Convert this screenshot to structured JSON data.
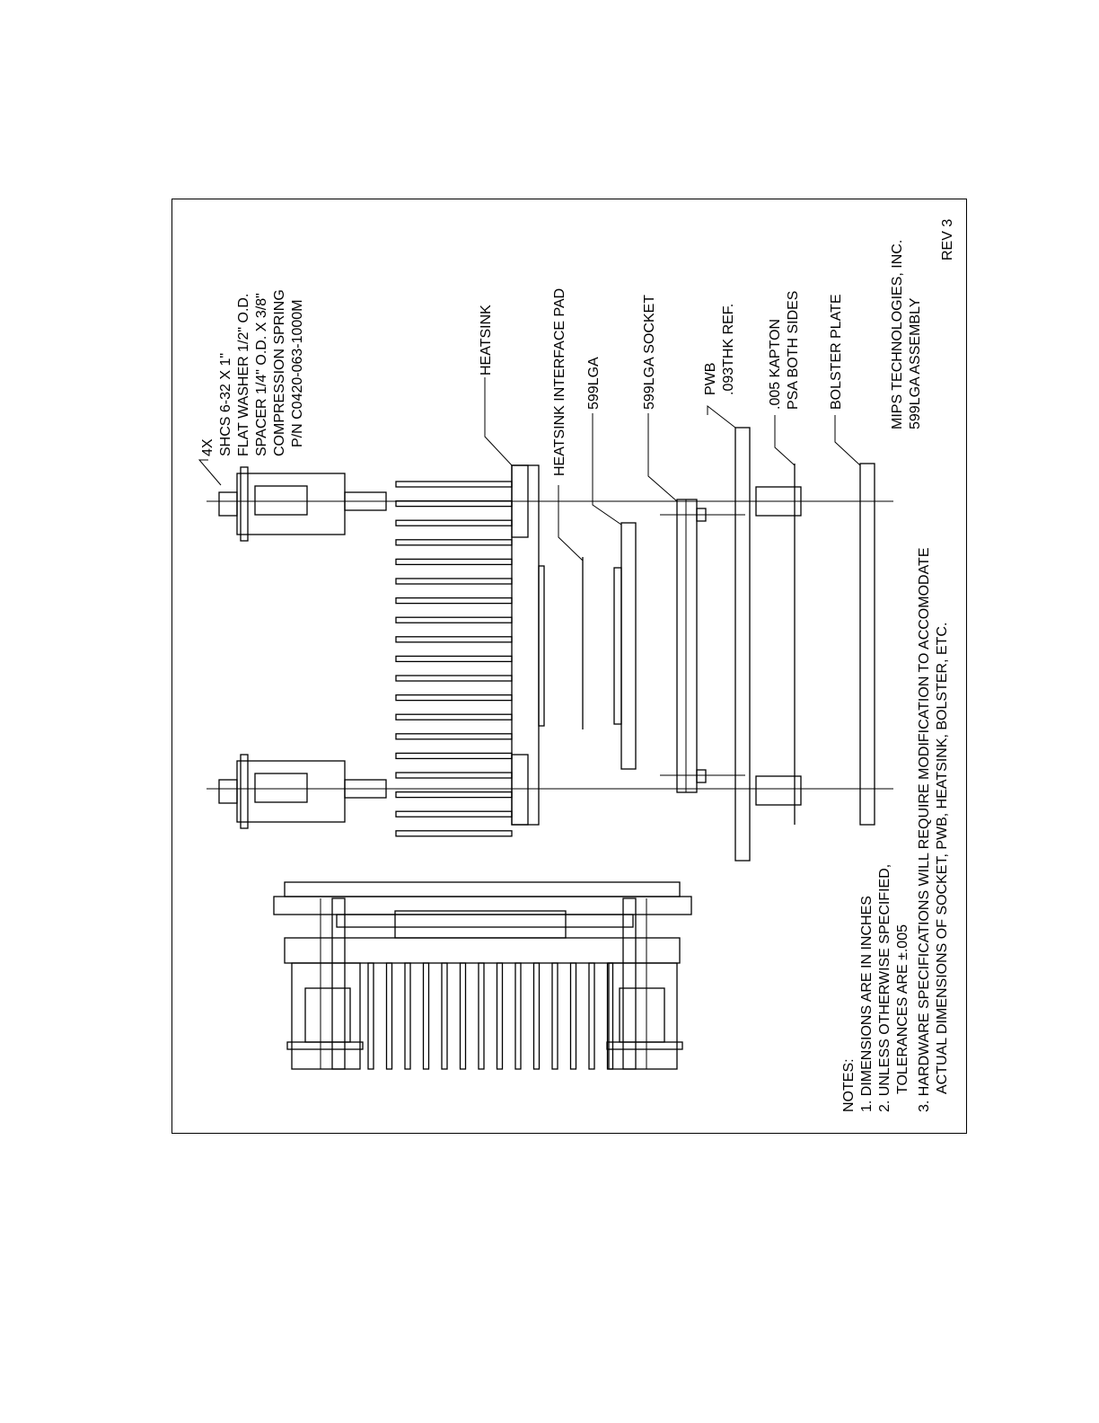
{
  "labels": {
    "fastener_qty": "4X",
    "fastener_line1": "SHCS 6-32 X 1\"",
    "fastener_line2": "FLAT WASHER 1/2\" O.D.",
    "fastener_line3": "SPACER 1/4\" O.D. X 3/8\"",
    "fastener_line4": "COMPRESSION SPRING",
    "fastener_line5": "P/N C0420-063-1000M",
    "heatsink": "HEATSINK",
    "interface_pad": "HEATSINK INTERFACE PAD",
    "lga": "599LGA",
    "lga_socket": "599LGA SOCKET",
    "pwb_line1": "PWB",
    "pwb_line2": ".093THK REF.",
    "kapton_line1": ".005 KAPTON",
    "kapton_line2": "PSA BOTH SIDES",
    "bolster": "BOLSTER PLATE"
  },
  "title_block": {
    "company": "MIPS TECHNOLOGIES, INC.",
    "assembly": "599LGA ASSEMBLY",
    "revision": "REV 3"
  },
  "notes": {
    "heading": "NOTES:",
    "note1": "1. DIMENSIONS ARE IN INCHES",
    "note2a": "2. UNLESS OTHERWISE SPECIFIED,",
    "note2b": "TOLERANCES ARE ±.005",
    "note3a": "3. HARDWARE SPECIFICATIONS WILL REQUIRE MODIFICATION TO ACCOMODATE",
    "note3b": "ACTUAL DIMENSIONS OF SOCKET, PWB, HEATSINK, BOLSTER, ETC."
  }
}
